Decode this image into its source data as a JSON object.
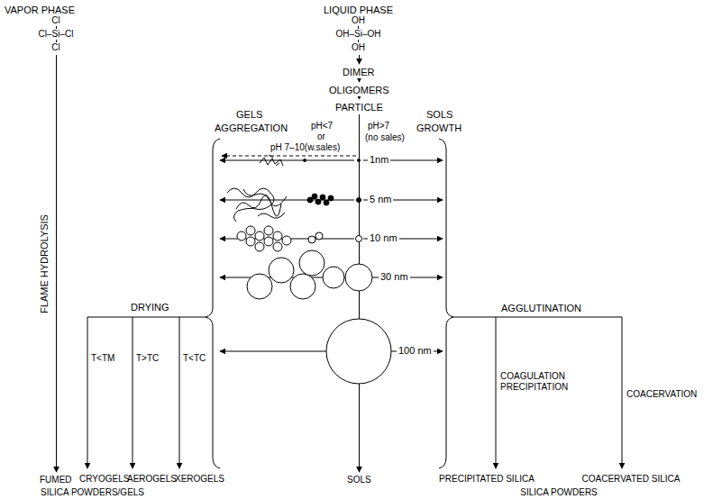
{
  "diagram": {
    "nodes": [
      {
        "text": [
          "VAPOR PHASE",
          "Cl",
          "Cl–Si–Cl",
          "Cl"
        ]
      },
      {
        "text": [
          "LIQUID PHASE",
          "OH",
          "OH–Si–OH",
          "OH"
        ]
      },
      {
        "text": [
          "DIMER"
        ]
      },
      {
        "text": [
          "OLIGOMERS"
        ]
      },
      {
        "text": [
          "PARTICLE"
        ]
      },
      {
        "text": [
          "SOLS"
        ]
      },
      {
        "text": [
          "FUMED"
        ]
      }
    ],
    "edges": [
      {
        "from": 0,
        "to": 6,
        "label": "FLAME HYDROLYSIS",
        "arrow": "to"
      },
      {
        "from": 1,
        "to": 2,
        "arrow": "to"
      },
      {
        "from": 2,
        "to": 3,
        "arrow": "to"
      },
      {
        "from": 3,
        "to": 4,
        "arrow": "to"
      },
      {
        "from": 4,
        "to": 5,
        "arrow": "to"
      }
    ],
    "labels": [
      "GELS",
      "AGGREGATION",
      "pH<7",
      "or",
      "pH 7–10(w.sales)",
      "SOLS",
      "GROWTH",
      "pH>7",
      "(no sales)",
      "1nm",
      "5 nm",
      "10 nm",
      "30 nm",
      "100 nm",
      "DRYING",
      "T<TM",
      "T>TC",
      "T<TC",
      "AGGLUTINATION",
      "COAGULATION PRECIPITATION",
      "COACERVATION",
      "CRYOGELS",
      "AEROGELS",
      "XEROGELS",
      "SILICA POWDERS/GELS",
      "PRECIPITATED SILICA",
      "COACERVATED SILICA",
      "SILICA POWDERS"
    ]
  }
}
